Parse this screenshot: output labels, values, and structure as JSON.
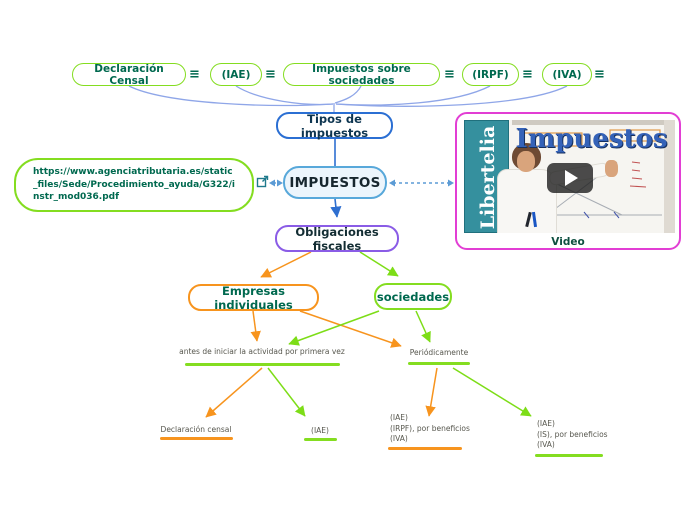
{
  "top_pills": [
    {
      "label": "Declaración Censal"
    },
    {
      "label": "(IAE)"
    },
    {
      "label": "Impuestos sobre sociedades"
    },
    {
      "label": "(IRPF)"
    },
    {
      "label": "(IVA)"
    }
  ],
  "icons": {
    "menu": "≡"
  },
  "nodes": {
    "tipos": "Tipos de impuestos",
    "central": "IMPUESTOS",
    "url": "https://www.agenciatributaria.es/static_files/Sede/Procedimiento_ayuda/G322/instr_mod036.pdf",
    "obligaciones": "Obligaciones fiscales",
    "empresas": "Empresas individuales",
    "sociedades": "sociedades"
  },
  "video": {
    "brand": "Libertelia",
    "title": "Impuestos",
    "caption": "Video"
  },
  "leaves": {
    "antes": "antes de iniciar la actividad por primera vez",
    "periodicamente": "Periódicamente",
    "declaracion_censal": "Declaración censal",
    "iae": "(IAE)",
    "empresas_periodico": [
      "(IAE)",
      "(IRPF), por beneficios",
      "(IVA)"
    ],
    "sociedades_periodico": [
      "(IAE)",
      "(IS), por beneficios",
      "(IVA)"
    ]
  },
  "colors": {
    "branch_green": "#84dd20",
    "branch_orange": "#f7941e",
    "node_blue": "#2b6fd3",
    "node_purple": "#8a5ce6",
    "video_magenta": "#e23ed4",
    "text_teal": "#00694f",
    "curve_blue": "#8fa6e8",
    "dashed_blue": "#5b9bd5"
  }
}
